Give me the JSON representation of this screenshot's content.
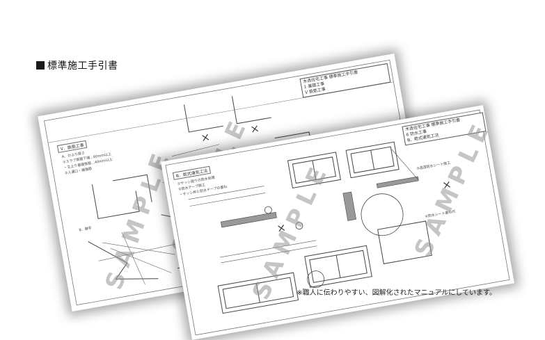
{
  "heading": {
    "text": "標準施工手引書"
  },
  "caption": {
    "text": "※職人に伝わりやすい、図解化されたマニュアルにしています。"
  },
  "sheet_back": {
    "title_lines": [
      "木造住宅工事 標準施工手引書",
      "1 基礎工事",
      "Ⅴ 鉄筋工事"
    ],
    "section_tag": "Ⅴ．鉄筋工事",
    "notes": [
      "A．かぶり厚さ",
      "①スラブ鉄筋下端…60mm以上",
      "・立上り基礎鉄筋…40mm以上",
      "②人通口・補強筋",
      "B．継手"
    ],
    "watermark": "SAMPLE"
  },
  "sheet_front": {
    "title_lines": [
      "木造住宅工事 標準施工手引書",
      "6 防水工事",
      "Ⅲ．乾式通気工法"
    ],
    "section_tag": "Ⅲ．乾式通気工法",
    "notes": [
      "①サッシ廻りの防水処理",
      "②防水テープ施工",
      "・サッシ枠と防水テープの重ね",
      "③透湿防水シート施工",
      "④防水シート重ね代"
    ],
    "watermark": "SAMPLE"
  }
}
